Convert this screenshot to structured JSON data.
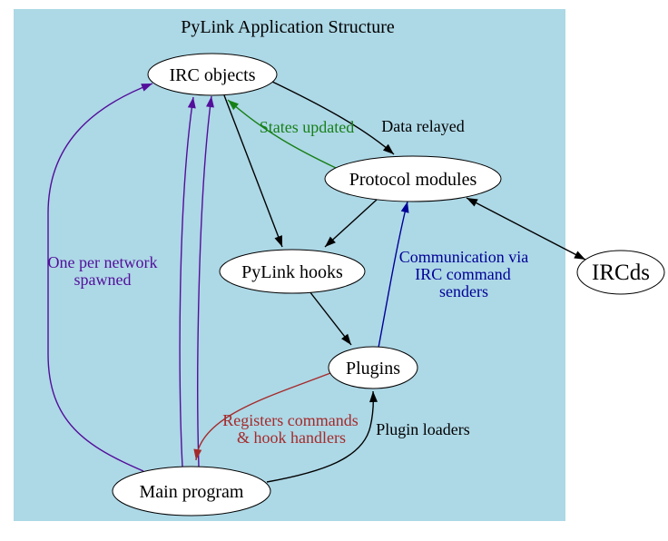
{
  "title": "PyLink Application Structure",
  "colors": {
    "background": "#ffffff",
    "panel": "#add8e6",
    "node_fill": "#ffffff",
    "node_stroke": "#000000",
    "black": "#000000",
    "purple": "#530e9b",
    "green": "#178017",
    "blue": "#000097",
    "red": "#a52a2a"
  },
  "nodes": [
    {
      "id": "irc-objects",
      "label": "IRC objects"
    },
    {
      "id": "protocol-modules",
      "label": "Protocol modules"
    },
    {
      "id": "pylink-hooks",
      "label": "PyLink hooks"
    },
    {
      "id": "plugins",
      "label": "Plugins"
    },
    {
      "id": "main-program",
      "label": "Main program"
    },
    {
      "id": "ircds",
      "label": "IRCds"
    }
  ],
  "edge_labels": {
    "states_updated": "States updated",
    "data_relayed": "Data relayed",
    "one_per_network_line1": "One per network",
    "one_per_network_line2": "spawned",
    "communication_line1": "Communication via",
    "communication_line2": "IRC command",
    "communication_line3": "senders",
    "registers_line1": "Registers commands",
    "registers_line2": "& hook handlers",
    "plugin_loaders": "Plugin loaders"
  }
}
